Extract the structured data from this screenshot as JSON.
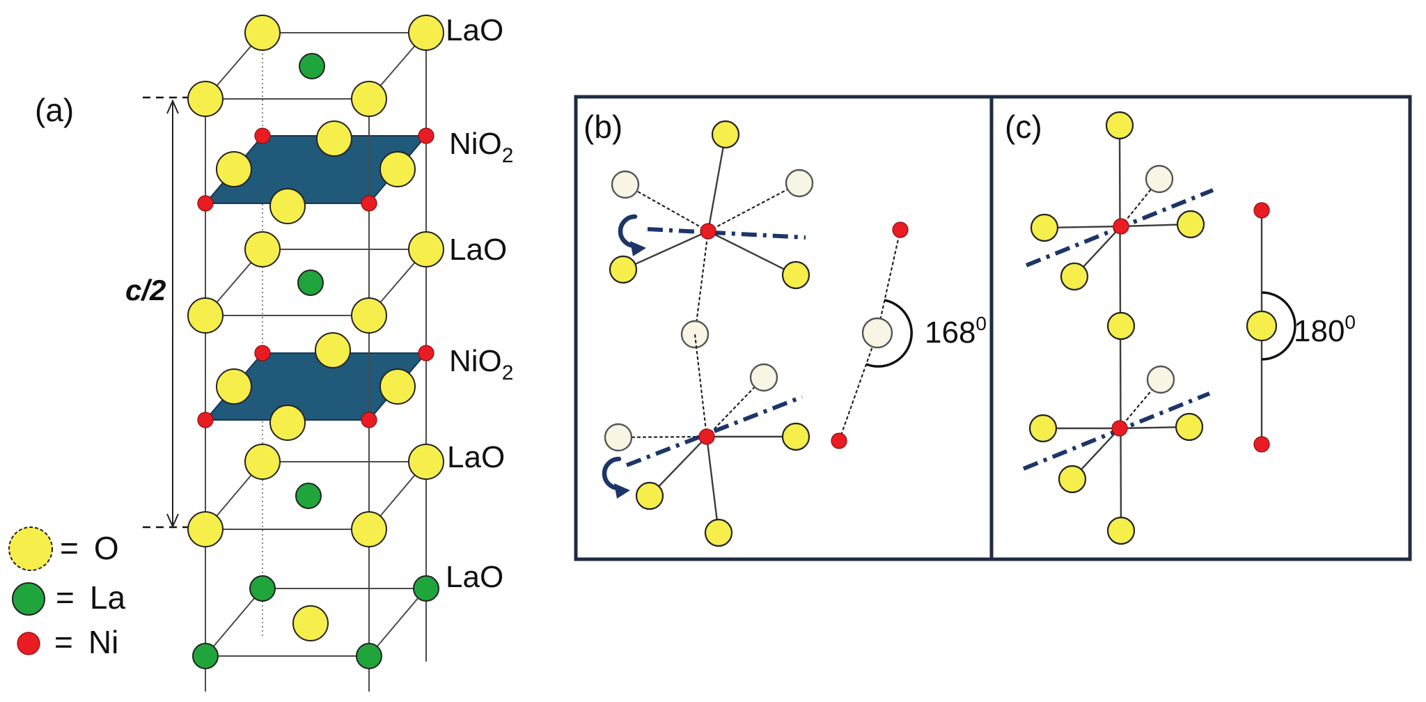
{
  "panel_a": {
    "label": "(a)",
    "c_axis_label": "c/2",
    "layer_labels": [
      {
        "main": "LaO",
        "sub": ""
      },
      {
        "main": "NiO",
        "sub": "2"
      },
      {
        "main": "LaO",
        "sub": ""
      },
      {
        "main": "NiO",
        "sub": "2"
      },
      {
        "main": "LaO",
        "sub": ""
      },
      {
        "main": "LaO",
        "sub": ""
      }
    ],
    "legend": {
      "items": [
        {
          "eq": "=",
          "symbol": "O"
        },
        {
          "eq": "=",
          "symbol": "La"
        },
        {
          "eq": "=",
          "symbol": "Ni"
        }
      ]
    }
  },
  "panel_b": {
    "label": "(b)",
    "bond_angle": "168",
    "angle_superscript": "0"
  },
  "panel_c": {
    "label": "(c)",
    "bond_angle": "180",
    "angle_superscript": "0"
  },
  "colors": {
    "o_yellow": "#f6ee4a",
    "o_pale": "#f8f5e4",
    "la_green": "#1fa53c",
    "ni_red": "#ea1c23",
    "plane_teal": "#20597a",
    "frame_navy": "#1e2c42",
    "tilt_navy": "#1d3569",
    "bond_gray": "#3c3c3c",
    "cell_gray": "#4a4a4a",
    "text_black": "#101010"
  }
}
